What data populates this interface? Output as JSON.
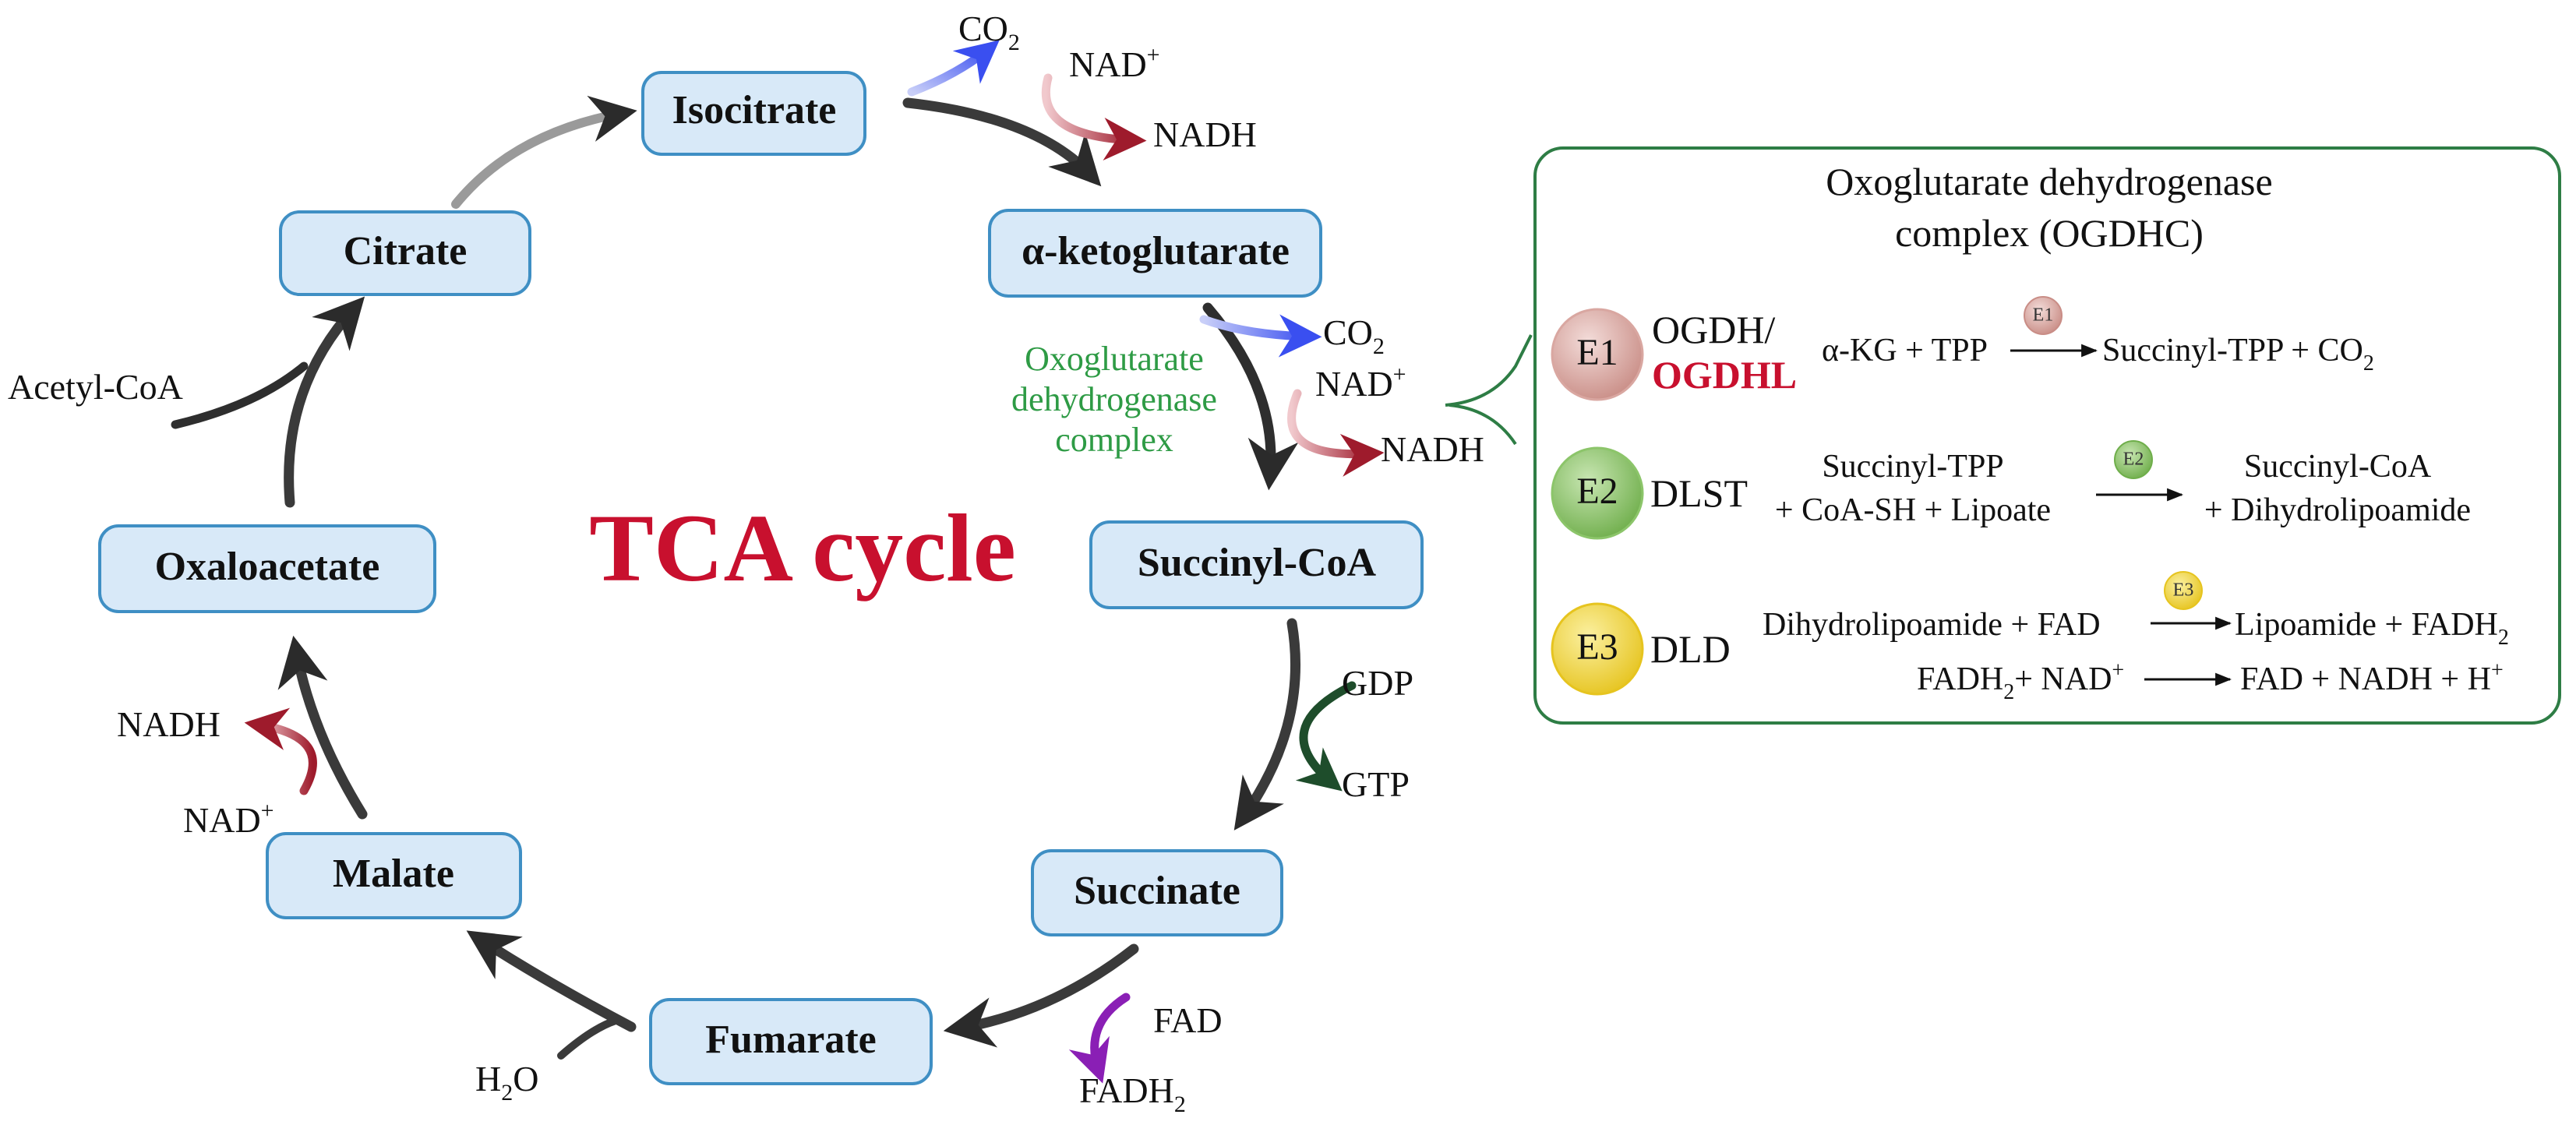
{
  "diagram": {
    "title": "TCA cycle",
    "metabolites": {
      "isocitrate": "Isocitrate",
      "alpha_kg": "α-ketoglutarate",
      "succinyl_coa": "Succinyl-CoA",
      "succinate": "Succinate",
      "fumarate": "Fumarate",
      "malate": "Malate",
      "oxaloacetate": "Oxaloacetate",
      "citrate": "Citrate"
    },
    "inputs": {
      "acetyl_coa": "Acetyl-CoA",
      "h2o_main": "H",
      "h2o_sub": "2",
      "h2o_tail": "O"
    },
    "cofactors": {
      "co2_1_main": "CO",
      "co2_1_sub": "2",
      "nad_1_main": "NAD",
      "nad_1_sup": "+",
      "nadh_1": "NADH",
      "co2_2_main": "CO",
      "co2_2_sub": "2",
      "nad_2_main": "NAD",
      "nad_2_sup": "+",
      "nadh_2": "NADH",
      "gdp": "GDP",
      "gtp": "GTP",
      "fad": "FAD",
      "fadh2_main": "FADH",
      "fadh2_sub": "2",
      "nad_3_main": "NAD",
      "nad_3_sup": "+",
      "nadh_3": "NADH"
    },
    "enzyme_label": [
      "Oxoglutarate",
      "dehydrogenase",
      "complex"
    ],
    "colors": {
      "title": "#c8102e",
      "node_fill": "#d8e9f8",
      "node_stroke": "#3f8fc4",
      "co2_arrow": "#3a4ff0",
      "nadh_arrow": "#9e1b2c",
      "gtp_arrow": "#1e4d2b",
      "fadh2_arrow": "#8a1fb5",
      "enzyme_label": "#2e9b45",
      "panel_border": "#2e7d45"
    }
  },
  "panel": {
    "title_line1": "Oxoglutarate dehydrogenase",
    "title_line2": "complex (OGDHC)",
    "e1": {
      "badge": "E1",
      "gene_line1": "OGDH/",
      "gene_line2": "OGDHL",
      "reactant": "α-KG + TPP",
      "product_main": "Succinyl-TPP + CO",
      "product_sub": "2",
      "arrow_badge": "E1"
    },
    "e2": {
      "badge": "E2",
      "gene": "DLST",
      "reactant_line1": "Succinyl-TPP",
      "reactant_line2": "+ CoA-SH + Lipoate",
      "product_line1": "Succinyl-CoA",
      "product_line2": "+ Dihydrolipoamide",
      "arrow_badge": "E2"
    },
    "e3": {
      "badge": "E3",
      "gene": "DLD",
      "r1_reactant": "Dihydrolipoamide + FAD",
      "r1_product_main": "Lipoamide + FADH",
      "r1_product_sub": "2",
      "r2_reactant_main": "FADH",
      "r2_reactant_sub": "2",
      "r2_reactant_mid": "+ NAD",
      "r2_reactant_sup": "+",
      "r2_product_main": "FAD + NADH + H",
      "r2_product_sup": "+",
      "arrow_badge": "E3"
    },
    "colors": {
      "e1": "#d9a7a1",
      "e2": "#8cc56a",
      "e3": "#f2da3a"
    }
  }
}
